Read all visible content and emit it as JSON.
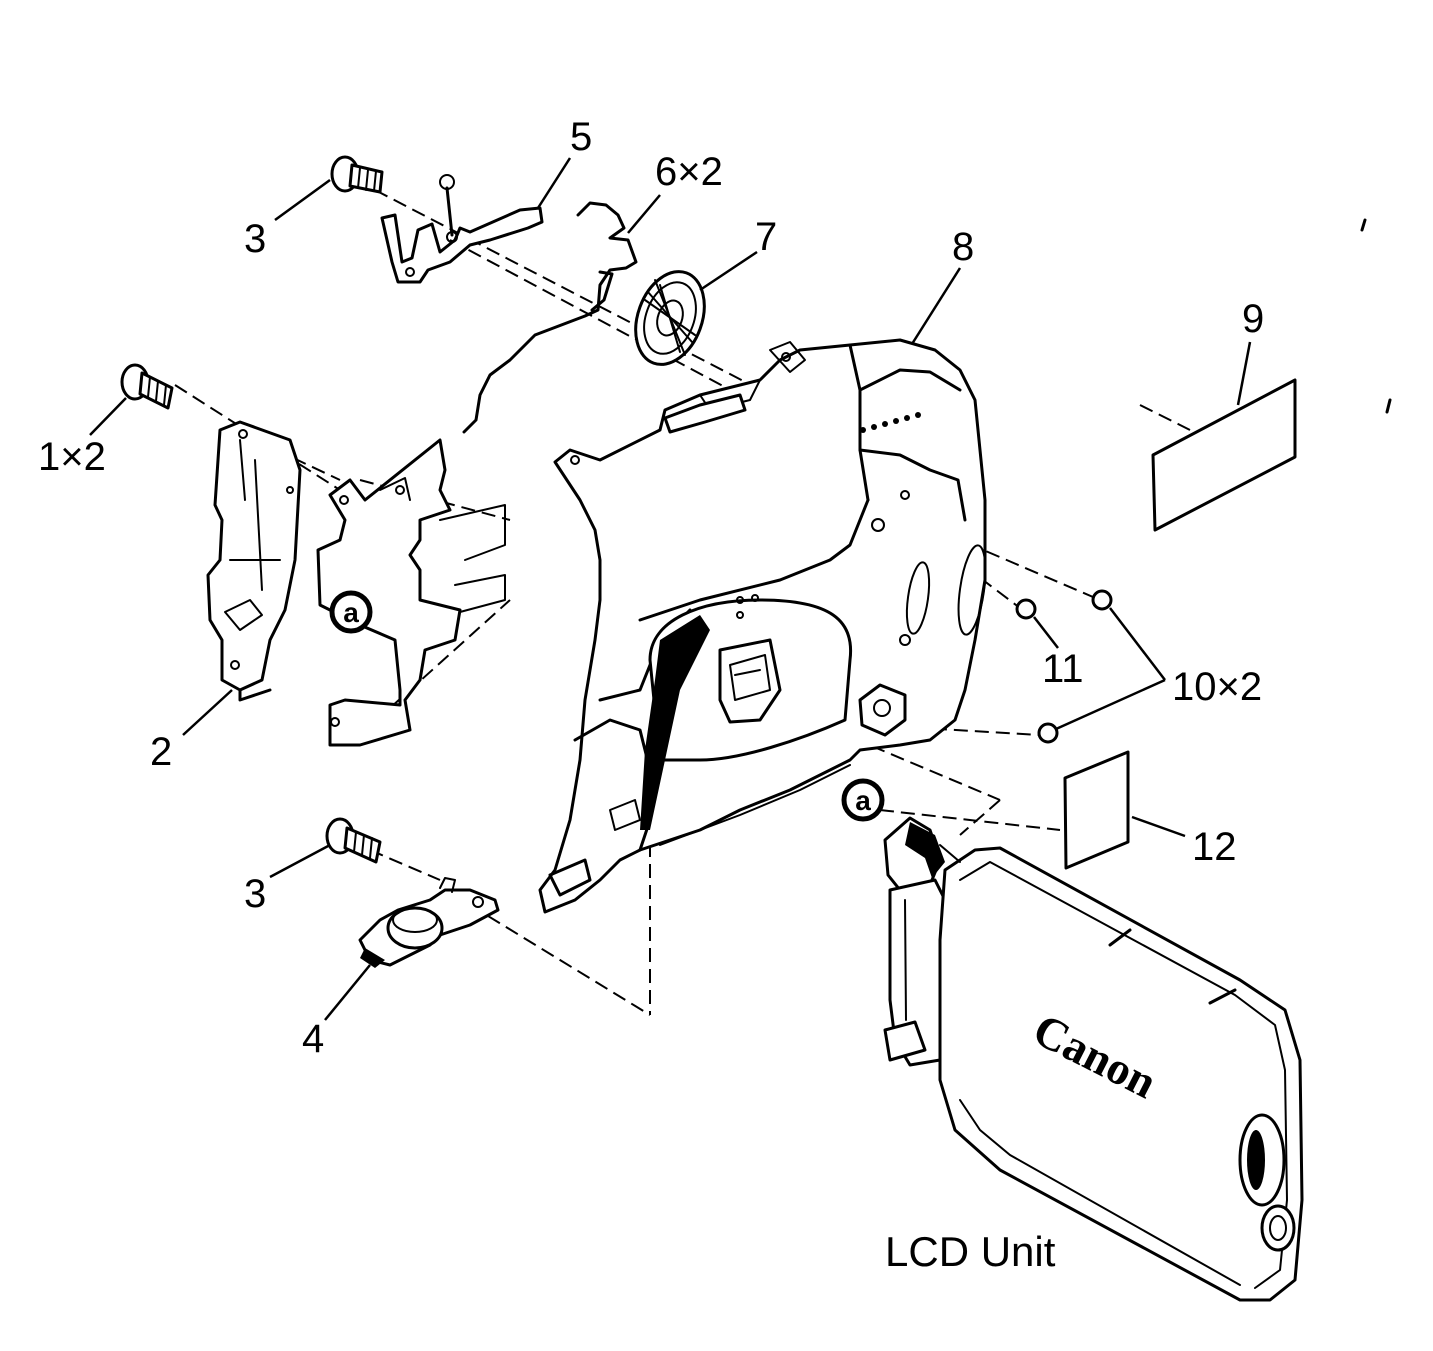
{
  "diagram": {
    "callouts": {
      "c1": "1×2",
      "c2": "2",
      "c3a": "3",
      "c3b": "3",
      "c4": "4",
      "c5": "5",
      "c6": "6×2",
      "c7": "7",
      "c8": "8",
      "c9": "9",
      "c10": "10×2",
      "c11": "11",
      "c12": "12"
    },
    "ref_markers": {
      "a_left": "a",
      "a_right": "a"
    },
    "lcd_unit_label": "LCD Unit",
    "brand_logo": "Canon"
  },
  "icons": {
    "screw": "screw-icon",
    "speaker": "speaker-icon"
  },
  "colors": {
    "ink": "#000000",
    "paper": "#ffffff"
  }
}
